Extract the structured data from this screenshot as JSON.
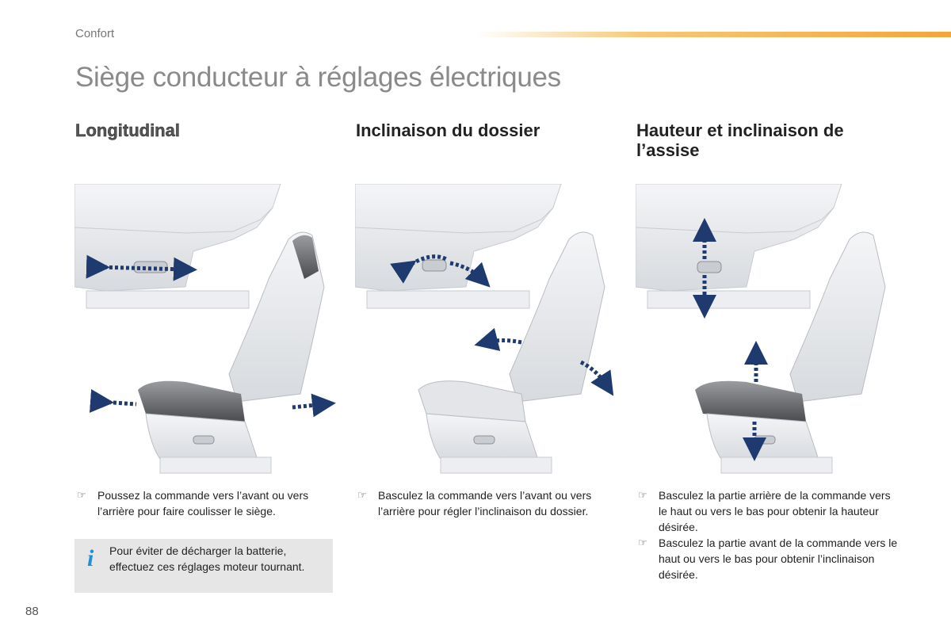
{
  "header": {
    "section": "Confort",
    "title": "Siège conducteur à réglages électriques"
  },
  "columns": [
    {
      "heading": "Longitudinal",
      "bullets": [
        "Poussez la commande vers l’avant ou vers l’arrière pour faire coulisser le siège."
      ]
    },
    {
      "heading": "Inclinaison du dossier",
      "bullets": [
        "Basculez la commande vers l’avant ou vers l’arrière pour régler l’inclinaison du dossier."
      ]
    },
    {
      "heading": "Hauteur et inclinaison de l’assise",
      "bullets": [
        "Basculez la partie arrière de la commande vers le haut ou vers le bas pour obtenir la hauteur désirée.",
        "Basculez la partie avant de la commande vers le haut ou vers le bas pour obtenir l’inclinaison désirée."
      ]
    }
  ],
  "info": {
    "icon": "info-icon",
    "text": "Pour éviter de décharger la batterie, effectuez ces réglages moteur tournant."
  },
  "footer": {
    "page_number": "88"
  },
  "colors": {
    "accent": "#f2a63a",
    "arrow": "#1e3a6e",
    "info": "#1f8fd8"
  }
}
